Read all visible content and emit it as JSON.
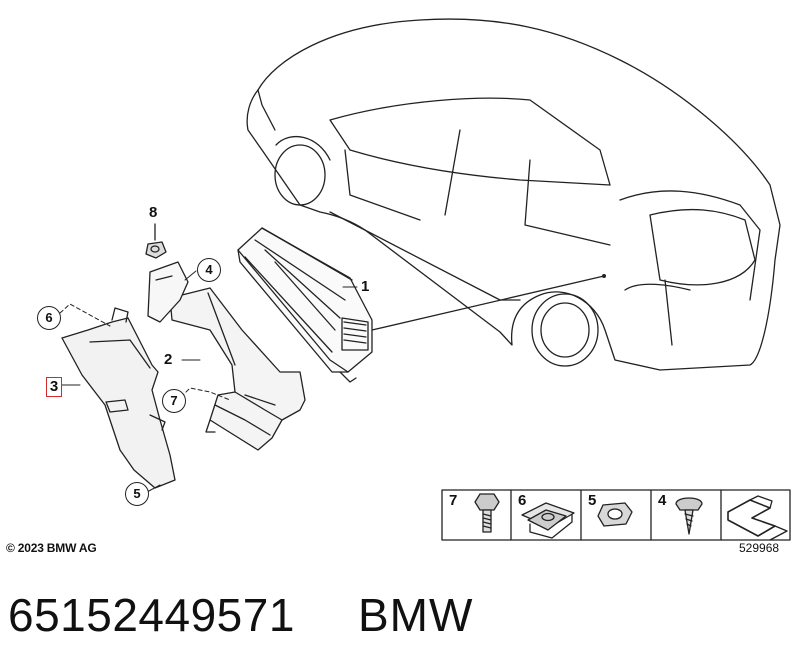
{
  "diagram": {
    "callouts": {
      "c1": "1",
      "c2": "2",
      "c3": "3",
      "c4": "4",
      "c5": "5",
      "c6": "6",
      "c7": "7",
      "c8": "8"
    },
    "legend": [
      "7",
      "6",
      "5",
      "4"
    ],
    "drawing_number": "529968",
    "copyright": "© 2023 BMW AG"
  },
  "caption": {
    "part_number": "65152449571",
    "brand": "BMW"
  }
}
